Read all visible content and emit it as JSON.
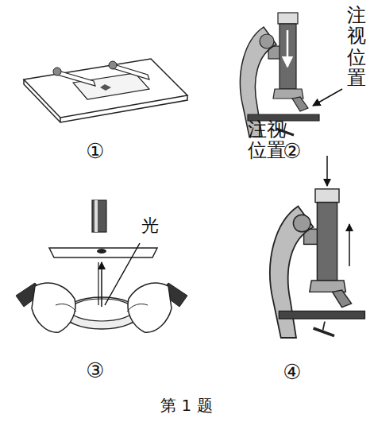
{
  "diagram": {
    "caption": "第 1 题",
    "labels": [
      "注视位置",
      "①",
      "②",
      "光",
      "注视位置",
      "③",
      "④"
    ]
  }
}
